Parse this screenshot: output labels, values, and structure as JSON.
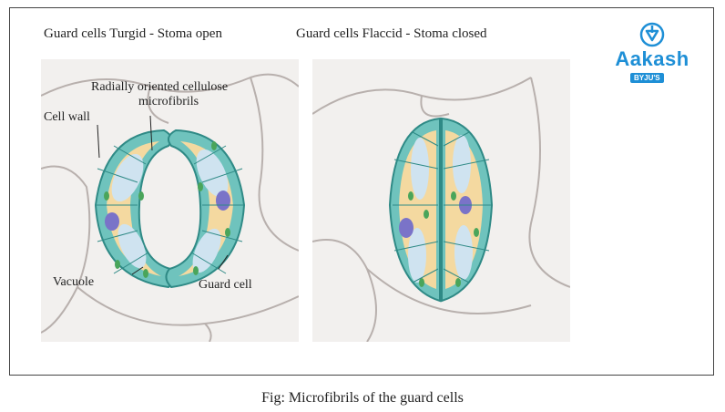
{
  "diagram": {
    "left_heading": "Guard cells Turgid - Stoma open",
    "right_heading": "Guard cells Flaccid - Stoma closed",
    "labels": {
      "microfibrils_line1": "Radially oriented cellulose",
      "microfibrils_line2": "microfibrils",
      "cell_wall": "Cell wall",
      "vacuole": "Vacuole",
      "guard_cell": "Guard cell"
    }
  },
  "caption": "Fig: Microfibrils of the guard cells",
  "logo": {
    "word": "Aakash",
    "sub": "BYJU'S"
  },
  "colors": {
    "cell_bg": "#f2f0ee",
    "cell_edge": "#b8b0ad",
    "wall_teal": "#6fc3bd",
    "wall_dark": "#2f8a86",
    "cytoplasm": "#f4d9a0",
    "vacuole": "#cfe3f0",
    "chloroplast": "#4aa55a",
    "nucleus": "#7a73c8",
    "brand_blue": "#1e8fd6"
  }
}
